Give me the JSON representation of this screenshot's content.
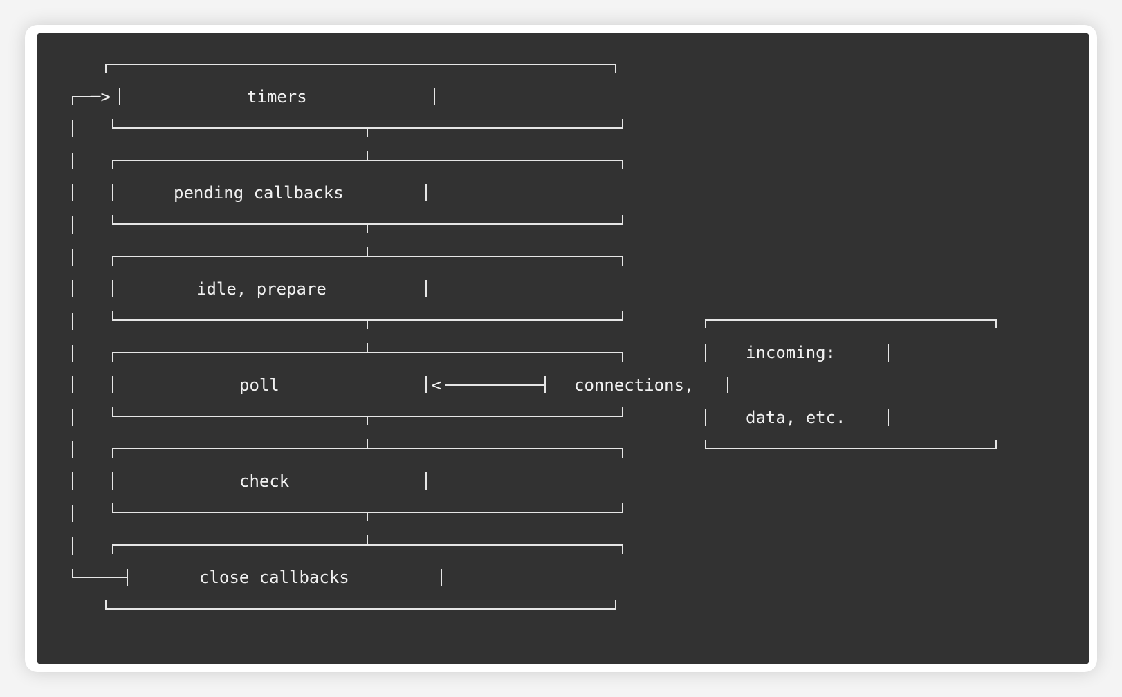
{
  "colors": {
    "panel_background": "#323232",
    "line": "#e6e6e6",
    "text": "#f2f2f2"
  },
  "phases": {
    "timers": "timers",
    "pending_callbacks": "pending callbacks",
    "idle_prepare": "idle, prepare",
    "poll": "poll",
    "check": "check",
    "close_callbacks": "close callbacks"
  },
  "incoming": {
    "line1": "incoming:",
    "line2": "connections,",
    "line3": "data, etc."
  },
  "arrows": {
    "loop_arrow": "─>",
    "incoming_arrow": "<"
  }
}
